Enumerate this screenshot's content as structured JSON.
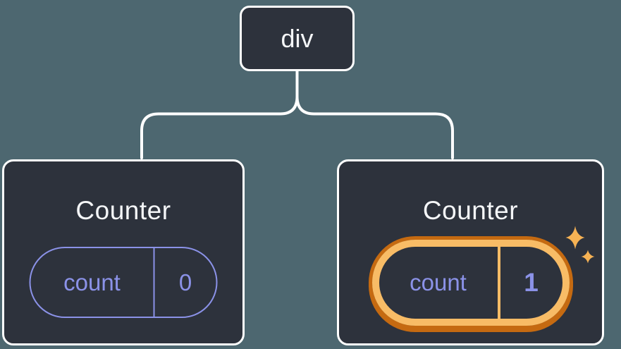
{
  "colors": {
    "canvas-bg": "#4d6770",
    "node-bg": "#2d323c",
    "node-border": "#ffffff",
    "connector": "#ffffff",
    "text-primary": "#f4f6f8",
    "state-purple": "#8b92e8",
    "highlight-gold": "#f8bc66",
    "highlight-orange": "#c56a11",
    "sparkle-gold": "#f6b254"
  },
  "tree": {
    "root": {
      "label": "div"
    },
    "children": [
      {
        "title": "Counter",
        "state": {
          "key": "count",
          "value": "0"
        },
        "highlighted": false
      },
      {
        "title": "Counter",
        "state": {
          "key": "count",
          "value": "1"
        },
        "highlighted": true
      }
    ]
  }
}
